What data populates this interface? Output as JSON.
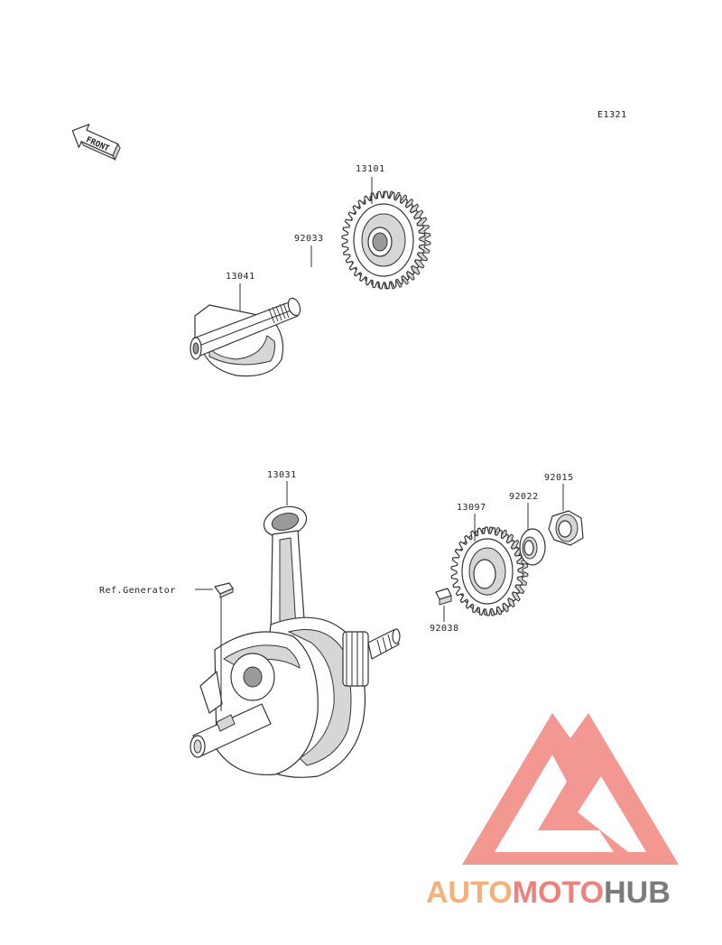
{
  "diagram_code": "E1321",
  "front_label": "FRONT",
  "parts": {
    "balancer_gear": "13101",
    "circlip": "92033",
    "balancer_shaft": "13041",
    "connecting_rod": "13031",
    "crankshaft_gear": "13097",
    "washer": "92022",
    "nut": "92015",
    "key": "92038"
  },
  "ref_generator": "Ref.Generator",
  "watermark": {
    "word_a": "AUTO",
    "word_b": "MOTO",
    "word_c": "HUB",
    "color_a": "#f6a86a",
    "color_b": "#ee7470",
    "color_c": "#6d6d6d",
    "triangle_color": "#f28c86"
  }
}
